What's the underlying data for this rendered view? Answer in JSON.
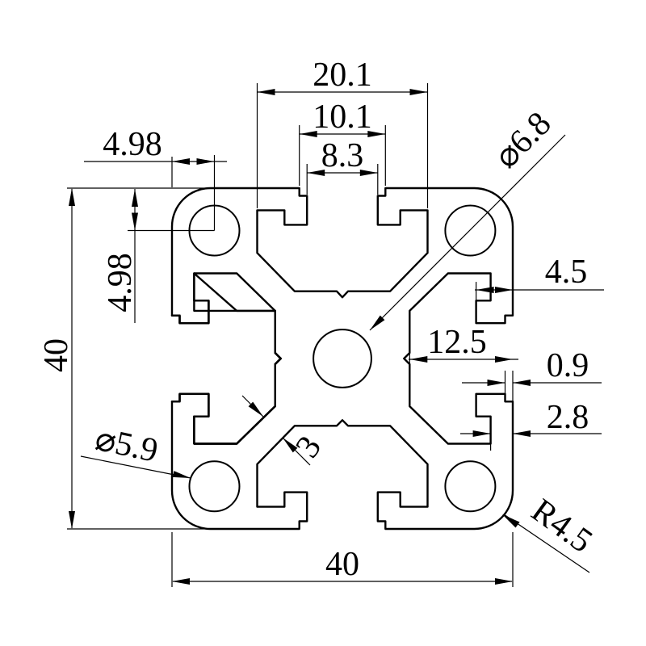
{
  "drawing": {
    "title": "4040 aluminium extrusion profile cross-section drawing",
    "colors": {
      "line": "#000000",
      "background": "#ffffff"
    },
    "profile": {
      "overall_width": "40",
      "overall_height": "40",
      "corner_radius": "R4.5",
      "center_hole_dia": "⌀6.8",
      "corner_hole_dia": "⌀5.9"
    },
    "dims": {
      "slot_span": "20.1",
      "mouth_outer": "10.1",
      "mouth_inner": "8.3",
      "hole_offset_h": "4.98",
      "hole_offset_v": "4.98",
      "height": "40",
      "width": "40",
      "corner_hole": "⌀5.9",
      "center_hole": "⌀6.8",
      "ridge_depth": "4.5",
      "cavity_depth": "12.5",
      "lip_step": "0.9",
      "lip_depth": "2.8",
      "web_thickness": "3",
      "corner_radius": "R4.5"
    }
  }
}
